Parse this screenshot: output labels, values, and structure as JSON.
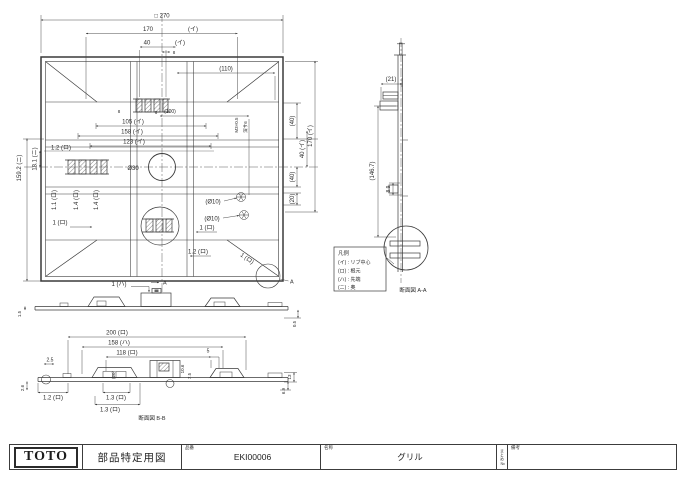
{
  "sheet": {
    "background": "#ffffff",
    "line_color": "#3a3a3a"
  },
  "title_block": {
    "logo": "TOTO",
    "doc_type": "部品特定用図",
    "part_no_label": "品番",
    "part_no": "EKI00006",
    "name_label": "名称",
    "part_name": "グリル",
    "category_label": "まとめ№",
    "remarks_label": "備考"
  },
  "legend": {
    "title": "凡例",
    "items": [
      "(イ) : リブ中心",
      "(ロ) : 根元",
      "(ハ) : 先端",
      "(ニ) : 奥"
    ]
  },
  "captions": {
    "section_aa": "断面図 A-A",
    "section_bb": "断面図 B-B"
  },
  "plan_view": {
    "dims": {
      "overall": "□ 270",
      "w170": "170",
      "w170k": "(イ)",
      "w40": "40",
      "w40k": "(イ)",
      "w8": "8",
      "w110": "(110)",
      "w100": "(100)",
      "r8": "8",
      "r6": "6",
      "w105": "105 (イ)",
      "w158": "158 (イ)",
      "w123": "123 (イ)",
      "t12": "1.2 (ロ)",
      "dia30": "Ø30",
      "rib11": "1.1 (ロ)",
      "rib14a": "1.4 (ロ)",
      "rib14b": "1.4 (ロ)",
      "t1l": "1 (ロ)",
      "t1r": "1 (ロ)",
      "t12b": "1.2 (ロ)",
      "t1d": "1 (ロ)",
      "dia10a": "(Ø10)",
      "dia10b": "(Ø10)",
      "h1592": "159.2 (ニ)",
      "h181": "18.1 (ニ)",
      "r40a": "(40)",
      "r40": "40 (イ)",
      "r170": "170 (イ)",
      "r40b": "(40)",
      "r20": "(20)"
    },
    "notes": {
      "n1": "M3×0.5",
      "n2": "深サ6"
    },
    "section_marker": "A",
    "detail_label": "A"
  },
  "section_side": {
    "dims": {
      "w21": "(21)",
      "h1467": "(146.7)",
      "h89": "8.9"
    }
  },
  "elevation": {
    "dims": {
      "t1h": "1 (ハ)",
      "r05": "0.5",
      "r15": "1.5"
    }
  },
  "section_bottom": {
    "dims": {
      "w200": "200 (ロ)",
      "w158": "158 (ハ)",
      "w118": "118 (ロ)",
      "w5": "5",
      "w25": "2.5",
      "t12": "1.2 (ロ)",
      "t13a": "1.3 (ロ)",
      "t13b": "1.3 (ロ)",
      "h106": "10.6",
      "h75": "7.5",
      "h20": "(20)",
      "h26": "2.6",
      "h13": "13",
      "h69": "6.9"
    }
  }
}
